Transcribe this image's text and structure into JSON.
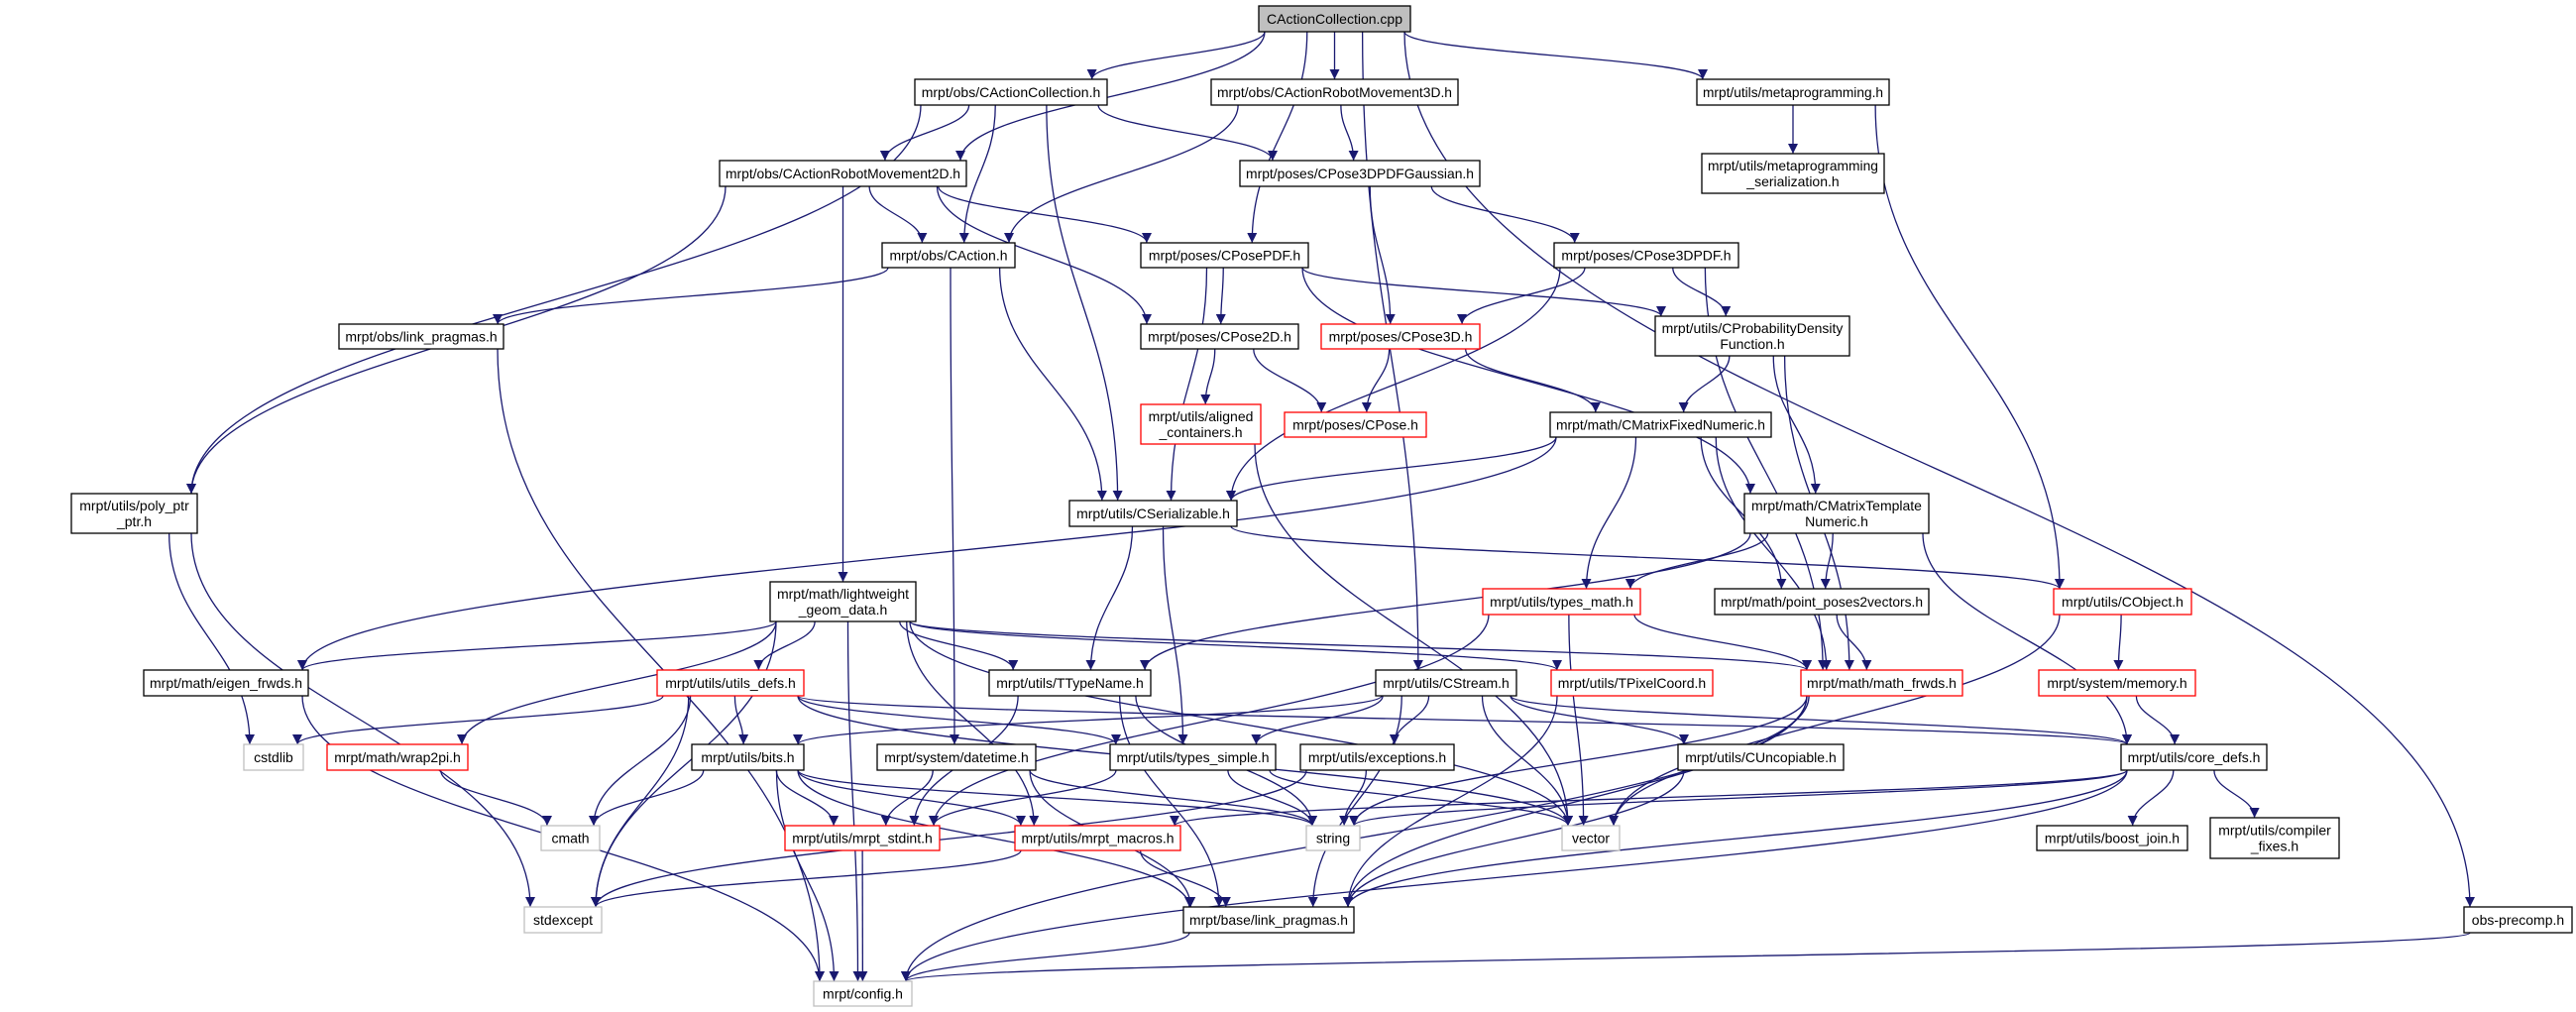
{
  "title": "CActionCollection.cpp",
  "colors": {
    "edge": "#191970",
    "normal": "#000000",
    "red": "#ff0000",
    "gray": "#bfbfbf",
    "root_fill": "#bfbfbf"
  },
  "nodes": [
    {
      "id": "cpp",
      "lines": [
        "CActionCollection.cpp"
      ],
      "style": "root"
    },
    {
      "id": "ac_h",
      "lines": [
        "mrpt/obs/CActionCollection.h"
      ],
      "style": "normal"
    },
    {
      "id": "arm3d",
      "lines": [
        "mrpt/obs/CActionRobotMovement3D.h"
      ],
      "style": "normal"
    },
    {
      "id": "meta",
      "lines": [
        "mrpt/utils/metaprogramming.h"
      ],
      "style": "normal"
    },
    {
      "id": "meta_ser",
      "lines": [
        "mrpt/utils/metaprogramming",
        "_serialization.h"
      ],
      "style": "normal"
    },
    {
      "id": "arm2d",
      "lines": [
        "mrpt/obs/CActionRobotMovement2D.h"
      ],
      "style": "normal"
    },
    {
      "id": "p3dgauss",
      "lines": [
        "mrpt/poses/CPose3DPDFGaussian.h"
      ],
      "style": "normal"
    },
    {
      "id": "action",
      "lines": [
        "mrpt/obs/CAction.h"
      ],
      "style": "normal"
    },
    {
      "id": "posepdf",
      "lines": [
        "mrpt/poses/CPosePDF.h"
      ],
      "style": "normal"
    },
    {
      "id": "p3dpdf",
      "lines": [
        "mrpt/poses/CPose3DPDF.h"
      ],
      "style": "normal"
    },
    {
      "id": "obs_lp",
      "lines": [
        "mrpt/obs/link_pragmas.h"
      ],
      "style": "normal"
    },
    {
      "id": "pose2d",
      "lines": [
        "mrpt/poses/CPose2D.h"
      ],
      "style": "normal"
    },
    {
      "id": "pose3d",
      "lines": [
        "mrpt/poses/CPose3D.h"
      ],
      "style": "red"
    },
    {
      "id": "probdf",
      "lines": [
        "mrpt/utils/CProbabilityDensity",
        "Function.h"
      ],
      "style": "normal"
    },
    {
      "id": "aligned",
      "lines": [
        "mrpt/utils/aligned",
        "_containers.h"
      ],
      "style": "red"
    },
    {
      "id": "cpose",
      "lines": [
        "mrpt/poses/CPose.h"
      ],
      "style": "red"
    },
    {
      "id": "cmfixed",
      "lines": [
        "mrpt/math/CMatrixFixedNumeric.h"
      ],
      "style": "normal"
    },
    {
      "id": "polyptr",
      "lines": [
        "mrpt/utils/poly_ptr",
        "_ptr.h"
      ],
      "style": "normal"
    },
    {
      "id": "cserial",
      "lines": [
        "mrpt/utils/CSerializable.h"
      ],
      "style": "normal"
    },
    {
      "id": "cmtempl",
      "lines": [
        "mrpt/math/CMatrixTemplate",
        "Numeric.h"
      ],
      "style": "normal"
    },
    {
      "id": "lwgeom",
      "lines": [
        "mrpt/math/lightweight",
        "_geom_data.h"
      ],
      "style": "normal"
    },
    {
      "id": "typesmath",
      "lines": [
        "mrpt/utils/types_math.h"
      ],
      "style": "red"
    },
    {
      "id": "pp2v",
      "lines": [
        "mrpt/math/point_poses2vectors.h"
      ],
      "style": "normal"
    },
    {
      "id": "cobject",
      "lines": [
        "mrpt/utils/CObject.h"
      ],
      "style": "red"
    },
    {
      "id": "eigen",
      "lines": [
        "mrpt/math/eigen_frwds.h"
      ],
      "style": "normal"
    },
    {
      "id": "utilsdefs",
      "lines": [
        "mrpt/utils/utils_defs.h"
      ],
      "style": "red"
    },
    {
      "id": "ttypename",
      "lines": [
        "mrpt/utils/TTypeName.h"
      ],
      "style": "normal"
    },
    {
      "id": "cstream",
      "lines": [
        "mrpt/utils/CStream.h"
      ],
      "style": "normal"
    },
    {
      "id": "tpixel",
      "lines": [
        "mrpt/utils/TPixelCoord.h"
      ],
      "style": "red"
    },
    {
      "id": "mathfrwds",
      "lines": [
        "mrpt/math/math_frwds.h"
      ],
      "style": "red"
    },
    {
      "id": "memory",
      "lines": [
        "mrpt/system/memory.h"
      ],
      "style": "red"
    },
    {
      "id": "cstdlib",
      "lines": [
        "cstdlib"
      ],
      "style": "gray"
    },
    {
      "id": "wrap2pi",
      "lines": [
        "mrpt/math/wrap2pi.h"
      ],
      "style": "red"
    },
    {
      "id": "bits",
      "lines": [
        "mrpt/utils/bits.h"
      ],
      "style": "normal"
    },
    {
      "id": "datetime",
      "lines": [
        "mrpt/system/datetime.h"
      ],
      "style": "normal"
    },
    {
      "id": "typessimple",
      "lines": [
        "mrpt/utils/types_simple.h"
      ],
      "style": "normal"
    },
    {
      "id": "exceptions",
      "lines": [
        "mrpt/utils/exceptions.h"
      ],
      "style": "normal"
    },
    {
      "id": "uncopiable",
      "lines": [
        "mrpt/utils/CUncopiable.h"
      ],
      "style": "normal"
    },
    {
      "id": "coredefs",
      "lines": [
        "mrpt/utils/core_defs.h"
      ],
      "style": "normal"
    },
    {
      "id": "cmath",
      "lines": [
        "cmath"
      ],
      "style": "gray"
    },
    {
      "id": "stdint",
      "lines": [
        "mrpt/utils/mrpt_stdint.h"
      ],
      "style": "red"
    },
    {
      "id": "macros",
      "lines": [
        "mrpt/utils/mrpt_macros.h"
      ],
      "style": "red"
    },
    {
      "id": "string",
      "lines": [
        "string"
      ],
      "style": "gray"
    },
    {
      "id": "vector",
      "lines": [
        "vector"
      ],
      "style": "gray"
    },
    {
      "id": "boostjoin",
      "lines": [
        "mrpt/utils/boost_join.h"
      ],
      "style": "normal"
    },
    {
      "id": "compfix",
      "lines": [
        "mrpt/utils/compiler",
        "_fixes.h"
      ],
      "style": "normal"
    },
    {
      "id": "stdexcept",
      "lines": [
        "stdexcept"
      ],
      "style": "gray"
    },
    {
      "id": "baselp",
      "lines": [
        "mrpt/base/link_pragmas.h"
      ],
      "style": "normal"
    },
    {
      "id": "obsprecomp",
      "lines": [
        "obs-precomp.h"
      ],
      "style": "normal"
    },
    {
      "id": "config",
      "lines": [
        "mrpt/config.h"
      ],
      "style": "gray"
    }
  ],
  "edges": [
    [
      "cpp",
      "ac_h"
    ],
    [
      "cpp",
      "arm3d"
    ],
    [
      "cpp",
      "arm2d"
    ],
    [
      "cpp",
      "posepdf"
    ],
    [
      "cpp",
      "cstream"
    ],
    [
      "cpp",
      "meta"
    ],
    [
      "cpp",
      "obsprecomp"
    ],
    [
      "ac_h",
      "arm2d"
    ],
    [
      "ac_h",
      "action"
    ],
    [
      "ac_h",
      "cserial"
    ],
    [
      "ac_h",
      "p3dgauss"
    ],
    [
      "ac_h",
      "polyptr"
    ],
    [
      "arm3d",
      "p3dgauss"
    ],
    [
      "arm3d",
      "action"
    ],
    [
      "meta",
      "meta_ser"
    ],
    [
      "meta",
      "cobject"
    ],
    [
      "arm2d",
      "action"
    ],
    [
      "arm2d",
      "posepdf"
    ],
    [
      "arm2d",
      "pose2d"
    ],
    [
      "arm2d",
      "polyptr"
    ],
    [
      "arm2d",
      "lwgeom"
    ],
    [
      "p3dgauss",
      "pose3d"
    ],
    [
      "p3dgauss",
      "p3dpdf"
    ],
    [
      "action",
      "obs_lp"
    ],
    [
      "action",
      "cserial"
    ],
    [
      "action",
      "datetime"
    ],
    [
      "posepdf",
      "pose2d"
    ],
    [
      "posepdf",
      "cserial"
    ],
    [
      "posepdf",
      "probdf"
    ],
    [
      "posepdf",
      "cmtempl"
    ],
    [
      "p3dpdf",
      "pose3d"
    ],
    [
      "p3dpdf",
      "probdf"
    ],
    [
      "p3dpdf",
      "cserial"
    ],
    [
      "p3dpdf",
      "mathfrwds"
    ],
    [
      "obs_lp",
      "config"
    ],
    [
      "pose2d",
      "aligned"
    ],
    [
      "pose2d",
      "cpose"
    ],
    [
      "pose3d",
      "cpose"
    ],
    [
      "pose3d",
      "cmfixed"
    ],
    [
      "probdf",
      "cmfixed"
    ],
    [
      "probdf",
      "cmtempl"
    ],
    [
      "probdf",
      "mathfrwds"
    ],
    [
      "aligned",
      "vector"
    ],
    [
      "cmfixed",
      "cserial"
    ],
    [
      "cmfixed",
      "eigen"
    ],
    [
      "cmfixed",
      "typesmath"
    ],
    [
      "cmfixed",
      "pp2v"
    ],
    [
      "cmfixed",
      "mathfrwds"
    ],
    [
      "polyptr",
      "cstdlib"
    ],
    [
      "polyptr",
      "stdexcept"
    ],
    [
      "cmtempl",
      "typesmath"
    ],
    [
      "cmtempl",
      "pp2v"
    ],
    [
      "cmtempl",
      "ttypename"
    ],
    [
      "cmtempl",
      "coredefs"
    ],
    [
      "cserial",
      "ttypename"
    ],
    [
      "cserial",
      "typessimple"
    ],
    [
      "cserial",
      "cobject"
    ],
    [
      "lwgeom",
      "eigen"
    ],
    [
      "lwgeom",
      "utilsdefs"
    ],
    [
      "lwgeom",
      "wrap2pi"
    ],
    [
      "lwgeom",
      "ttypename"
    ],
    [
      "lwgeom",
      "tpixel"
    ],
    [
      "lwgeom",
      "mathfrwds"
    ],
    [
      "lwgeom",
      "stdexcept"
    ],
    [
      "lwgeom",
      "config"
    ],
    [
      "lwgeom",
      "vector"
    ],
    [
      "lwgeom",
      "macros"
    ],
    [
      "typesmath",
      "mathfrwds"
    ],
    [
      "typesmath",
      "stdint"
    ],
    [
      "typesmath",
      "vector"
    ],
    [
      "pp2v",
      "mathfrwds"
    ],
    [
      "cobject",
      "memory"
    ],
    [
      "cobject",
      "vector"
    ],
    [
      "eigen",
      "config"
    ],
    [
      "utilsdefs",
      "cstdlib"
    ],
    [
      "utilsdefs",
      "bits"
    ],
    [
      "utilsdefs",
      "cmath"
    ],
    [
      "utilsdefs",
      "stdexcept"
    ],
    [
      "utilsdefs",
      "typessimple"
    ],
    [
      "utilsdefs",
      "vector"
    ],
    [
      "utilsdefs",
      "coredefs"
    ],
    [
      "ttypename",
      "baselp"
    ],
    [
      "ttypename",
      "string"
    ],
    [
      "ttypename",
      "stdint"
    ],
    [
      "tpixel",
      "baselp"
    ],
    [
      "mathfrwds",
      "vector"
    ],
    [
      "mathfrwds",
      "baselp"
    ],
    [
      "mathfrwds",
      "config"
    ],
    [
      "mathfrwds",
      "string"
    ],
    [
      "memory",
      "coredefs"
    ],
    [
      "cstream",
      "bits"
    ],
    [
      "cstream",
      "typessimple"
    ],
    [
      "cstream",
      "exceptions"
    ],
    [
      "cstream",
      "uncopiable"
    ],
    [
      "cstream",
      "vector"
    ],
    [
      "cstream",
      "coredefs"
    ],
    [
      "cstream",
      "baselp"
    ],
    [
      "wrap2pi",
      "cmath"
    ],
    [
      "bits",
      "cmath"
    ],
    [
      "bits",
      "stdint"
    ],
    [
      "bits",
      "macros"
    ],
    [
      "bits",
      "config"
    ],
    [
      "bits",
      "string"
    ],
    [
      "bits",
      "baselp"
    ],
    [
      "datetime",
      "stdint"
    ],
    [
      "datetime",
      "string"
    ],
    [
      "datetime",
      "baselp"
    ],
    [
      "typessimple",
      "stdint"
    ],
    [
      "typessimple",
      "string"
    ],
    [
      "typessimple",
      "vector"
    ],
    [
      "exceptions",
      "string"
    ],
    [
      "exceptions",
      "stdexcept"
    ],
    [
      "uncopiable",
      "baselp"
    ],
    [
      "coredefs",
      "boostjoin"
    ],
    [
      "coredefs",
      "compfix"
    ],
    [
      "coredefs",
      "baselp"
    ],
    [
      "coredefs",
      "config"
    ],
    [
      "coredefs",
      "string"
    ],
    [
      "coredefs",
      "macros"
    ],
    [
      "stdint",
      "config"
    ],
    [
      "macros",
      "stdexcept"
    ],
    [
      "macros",
      "baselp"
    ],
    [
      "baselp",
      "config"
    ],
    [
      "obsprecomp",
      "config"
    ]
  ]
}
